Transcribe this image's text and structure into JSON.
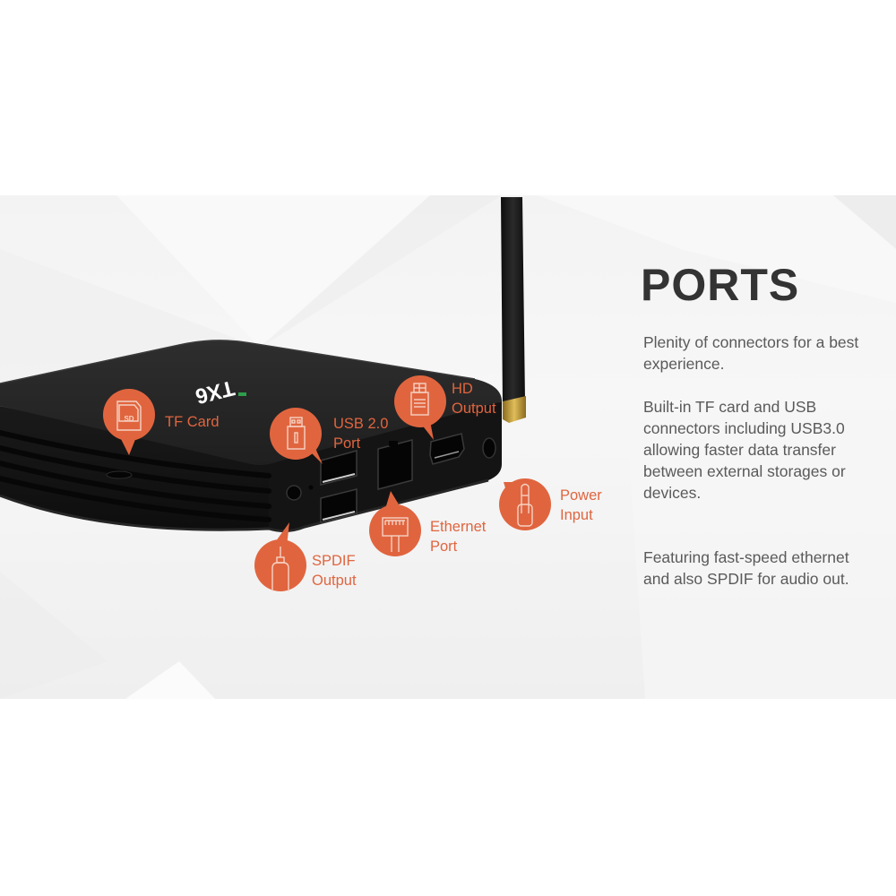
{
  "product": {
    "logo_text": "TX6",
    "led_color": "#2e9e4a",
    "body_color": "#1c1c1c",
    "antenna_connector_color": "#c9a23a"
  },
  "theme": {
    "accent": "#e0653f",
    "title_color": "#333333",
    "text_color": "#5a5a5a",
    "banner_background": "#f3f3f3"
  },
  "section": {
    "title": "PORTS",
    "paragraphs": [
      "Plenity of connectors for a best experience.",
      "Built-in TF card and USB connectors including USB3.0 allowing faster data transfer between external storages or devices.",
      "Featuring fast-speed ethernet and also SPDIF for audio out."
    ]
  },
  "callouts": [
    {
      "id": "tf-card",
      "icon": "sd-card-icon",
      "line1": "TF Card",
      "line2": ""
    },
    {
      "id": "usb",
      "icon": "usb-icon",
      "line1": "USB 2.0",
      "line2": "Port"
    },
    {
      "id": "hdmi",
      "icon": "hdmi-icon",
      "line1": "HD",
      "line2": "Output"
    },
    {
      "id": "power",
      "icon": "power-plug-icon",
      "line1": "Power",
      "line2": "Input"
    },
    {
      "id": "ethernet",
      "icon": "ethernet-icon",
      "line1": "Ethernet",
      "line2": "Port"
    },
    {
      "id": "spdif",
      "icon": "spdif-icon",
      "line1": "SPDIF",
      "line2": "Output"
    }
  ]
}
